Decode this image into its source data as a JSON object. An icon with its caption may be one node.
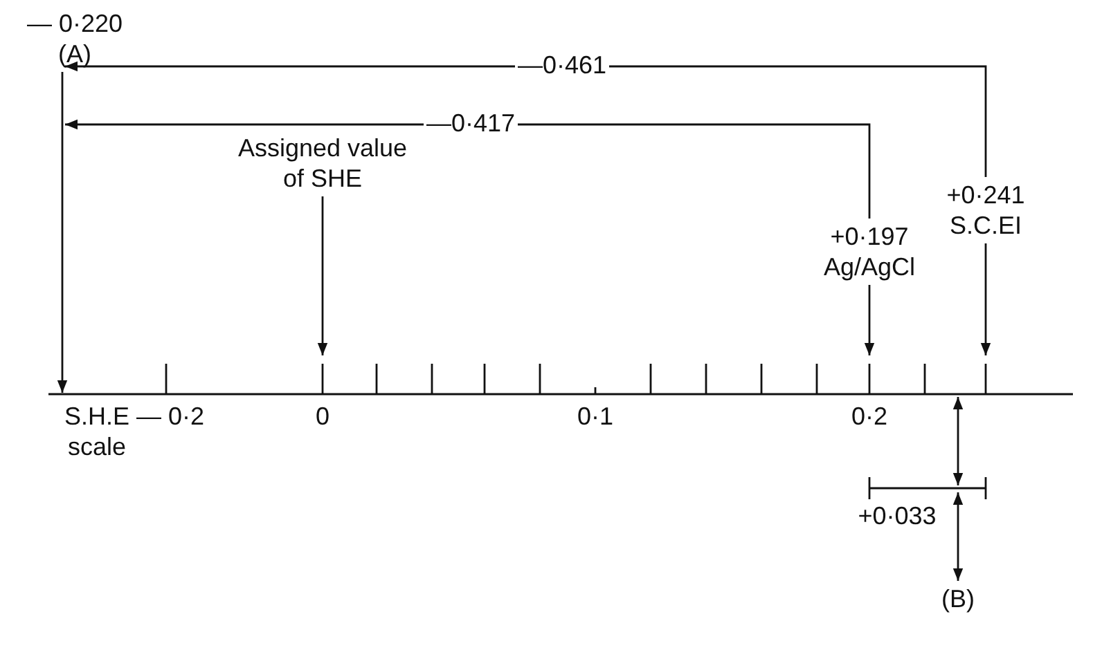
{
  "diagram": {
    "nodes": [
      {
        "text": [
          "— 0·220",
          "(A)"
        ]
      },
      {
        "text": [
          "Assigned value of SHE"
        ]
      },
      {
        "text": [
          "+0·197",
          "Ag/AgCl"
        ]
      },
      {
        "text": [
          "+0·241",
          "S.C.EI"
        ]
      },
      {
        "text": [
          "(B)"
        ]
      },
      {
        "text": [],
        "shape": "bar"
      }
    ],
    "edges": [
      {
        "from": 3,
        "to": 0,
        "arrow": "to",
        "label": "—0·461"
      },
      {
        "from": 2,
        "to": 0,
        "arrow": "to",
        "label": "—0·417"
      },
      {
        "from": 0,
        "to": 5,
        "arrow": "to"
      },
      {
        "from": 1,
        "to": 5,
        "arrow": "to"
      },
      {
        "from": 2,
        "to": 5,
        "arrow": "to"
      },
      {
        "from": 3,
        "to": 5,
        "arrow": "to"
      },
      {
        "from": null,
        "to": 4,
        "arrow": "both"
      }
    ],
    "labels": [
      "S.H.E scale",
      "— 0·2",
      "0",
      "0·1",
      "0·2",
      "+0·033"
    ]
  }
}
